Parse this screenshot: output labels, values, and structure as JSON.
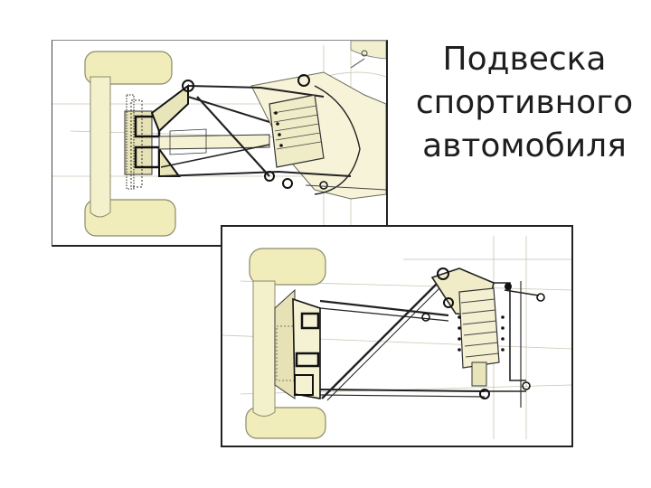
{
  "slide": {
    "title_lines": [
      "Подвеска",
      "спортивного",
      "автомобиля"
    ]
  },
  "figures": [
    {
      "name": "top-view-suspension-drawing"
    },
    {
      "name": "rear-view-suspension-drawing"
    }
  ],
  "colors": {
    "tire": "#f0edbb",
    "tire_stroke": "#8a8a6a",
    "frame": "#f7f3d8",
    "line": "#3a3a3a",
    "dark": "#1a1a1a",
    "faint": "#b9b6a0"
  }
}
